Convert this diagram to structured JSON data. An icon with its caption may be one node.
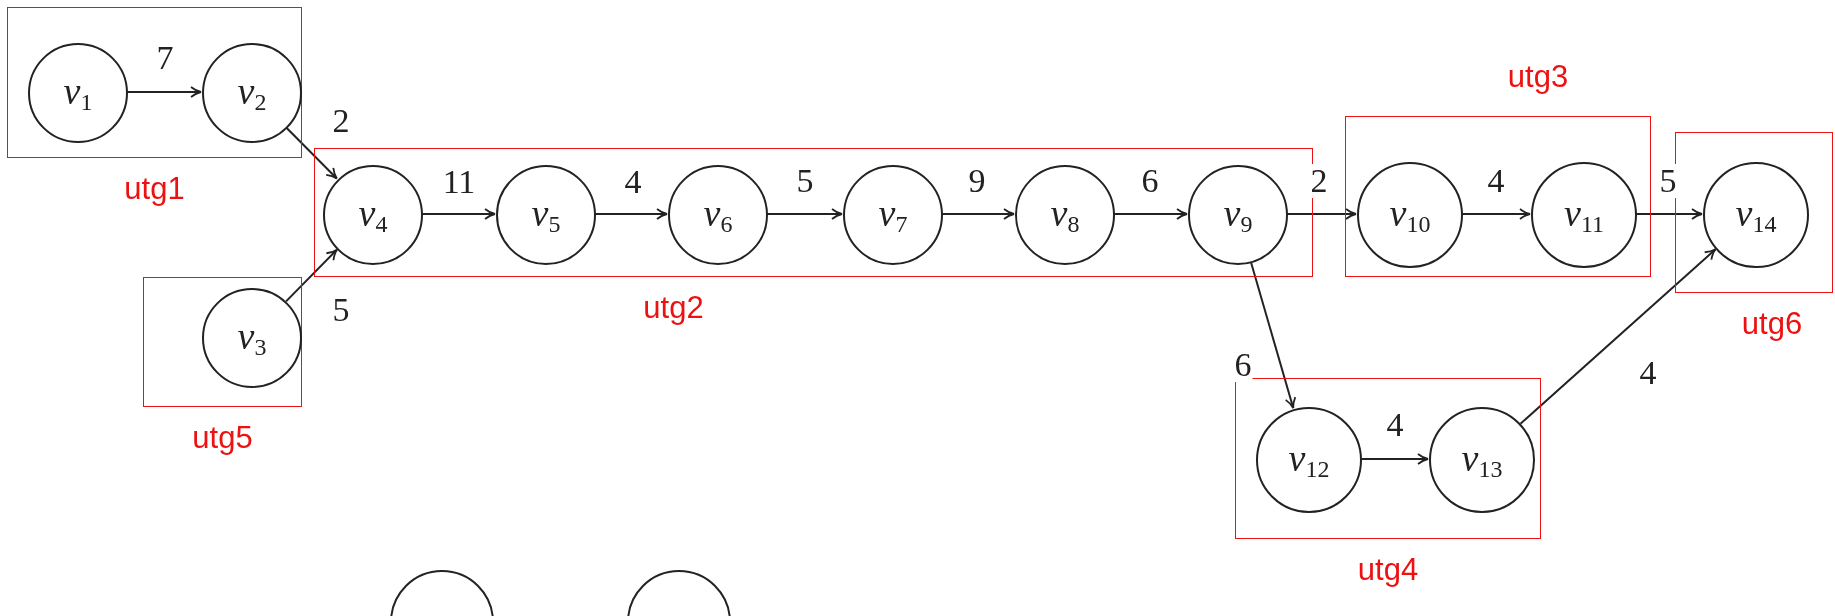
{
  "diagram": {
    "nodes": [
      {
        "text": [
          "utg1"
        ]
      },
      {
        "text": [
          "*v*$_{1}$"
        ],
        "in": 0
      },
      {
        "text": [
          "*v*$_{2}$"
        ],
        "in": 0
      },
      {
        "text": [
          "utg2"
        ]
      },
      {
        "text": [
          "*v*$_{4}$"
        ],
        "in": 3
      },
      {
        "text": [
          "*v*$_{5}$"
        ],
        "in": 3
      },
      {
        "text": [
          "*v*$_{6}$"
        ],
        "in": 3
      },
      {
        "text": [
          "*v*$_{7}$"
        ],
        "in": 3
      },
      {
        "text": [
          "*v*$_{8}$"
        ],
        "in": 3
      },
      {
        "text": [
          "*v*$_{9}$"
        ],
        "in": 3
      },
      {
        "text": [
          "utg3"
        ]
      },
      {
        "text": [
          "*v*$_{10}$"
        ],
        "in": 10
      },
      {
        "text": [
          "*v*$_{11}$"
        ],
        "in": 10
      },
      {
        "text": [
          "utg6"
        ]
      },
      {
        "text": [
          "*v*$_{14}$"
        ],
        "in": 13
      },
      {
        "text": [
          "utg5"
        ]
      },
      {
        "text": [
          "*v*$_{3}$"
        ],
        "in": 15
      },
      {
        "text": [
          "utg4"
        ]
      },
      {
        "text": [
          "*v*$_{12}$"
        ],
        "in": 17
      },
      {
        "text": [
          "*v*$_{13}$"
        ],
        "in": 17
      },
      {
        "text": [],
        "shape": "circle"
      },
      {
        "text": [],
        "shape": "circle"
      }
    ],
    "edges": [
      {
        "from": 1,
        "to": 2,
        "arrow": "to",
        "label": "7"
      },
      {
        "from": 2,
        "to": 4,
        "arrow": "to",
        "label": "2"
      },
      {
        "from": 16,
        "to": 4,
        "arrow": "to",
        "label": "5"
      },
      {
        "from": 4,
        "to": 5,
        "arrow": "to",
        "label": "11"
      },
      {
        "from": 5,
        "to": 6,
        "arrow": "to",
        "label": "4"
      },
      {
        "from": 6,
        "to": 7,
        "arrow": "to",
        "label": "5"
      },
      {
        "from": 7,
        "to": 8,
        "arrow": "to",
        "label": "9"
      },
      {
        "from": 8,
        "to": 9,
        "arrow": "to",
        "label": "6"
      },
      {
        "from": 9,
        "to": 11,
        "arrow": "to",
        "label": "2"
      },
      {
        "from": 11,
        "to": 12,
        "arrow": "to",
        "label": "4"
      },
      {
        "from": 12,
        "to": 14,
        "arrow": "to",
        "label": "5"
      },
      {
        "from": 9,
        "to": 18,
        "arrow": "to",
        "label": "6"
      },
      {
        "from": 18,
        "to": 19,
        "arrow": "to",
        "label": "4"
      },
      {
        "from": 19,
        "to": 14,
        "arrow": "to",
        "label": "4"
      }
    ]
  }
}
